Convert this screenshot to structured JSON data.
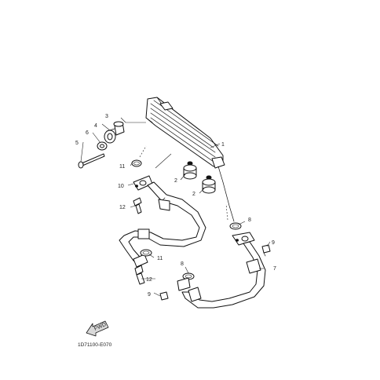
{
  "diagram": {
    "callouts": [
      {
        "id": "c1",
        "text": "1"
      },
      {
        "id": "c2a",
        "text": "2"
      },
      {
        "id": "c2b",
        "text": "2"
      },
      {
        "id": "c3",
        "text": "3"
      },
      {
        "id": "c4",
        "text": "4"
      },
      {
        "id": "c5",
        "text": "5"
      },
      {
        "id": "c6",
        "text": "6"
      },
      {
        "id": "c7",
        "text": "7"
      },
      {
        "id": "c8a",
        "text": "8"
      },
      {
        "id": "c8b",
        "text": "8"
      },
      {
        "id": "c9a",
        "text": "9"
      },
      {
        "id": "c9b",
        "text": "9"
      },
      {
        "id": "c10",
        "text": "10"
      },
      {
        "id": "c11a",
        "text": "11"
      },
      {
        "id": "c11b",
        "text": "11"
      },
      {
        "id": "c12a",
        "text": "12"
      },
      {
        "id": "c12b",
        "text": "12"
      }
    ],
    "fwd_label": "FWD",
    "diagram_code": "1D71100-E070"
  }
}
